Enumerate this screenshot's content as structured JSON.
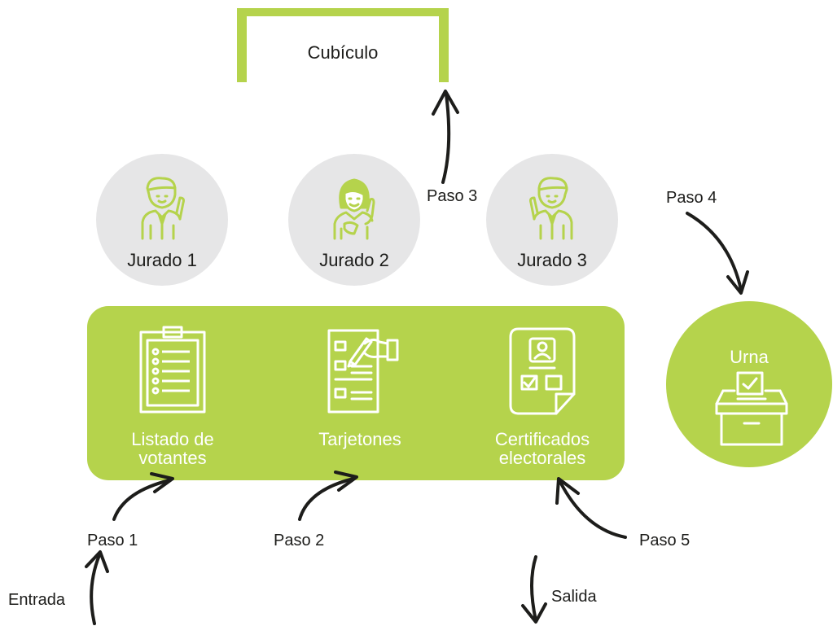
{
  "cubiculo": {
    "label": "Cubículo"
  },
  "jurados": [
    {
      "name": "Jurado 1",
      "icon": "male-juror-icon"
    },
    {
      "name": "Jurado 2",
      "icon": "female-juror-icon"
    },
    {
      "name": "Jurado 3",
      "icon": "male-juror-icon"
    }
  ],
  "panel": {
    "items": [
      {
        "label_line1": "Listado de",
        "label_line2": "votantes",
        "icon": "clipboard-list-icon"
      },
      {
        "label_line1": "Tarjetones",
        "icon": "hand-writing-ballot-icon"
      },
      {
        "label_line1": "Certificados",
        "label_line2": "electorales",
        "icon": "certificate-document-icon"
      }
    ]
  },
  "urna": {
    "label": "Urna",
    "icon": "ballot-box-icon"
  },
  "steps": {
    "paso1": "Paso 1",
    "paso2": "Paso 2",
    "paso3": "Paso 3",
    "paso4": "Paso 4",
    "paso5": "Paso 5",
    "entrada": "Entrada",
    "salida": "Salida"
  },
  "colors": {
    "accent": "#b5d34c",
    "circle": "#e6e6e7",
    "text": "#1d1d1b"
  }
}
